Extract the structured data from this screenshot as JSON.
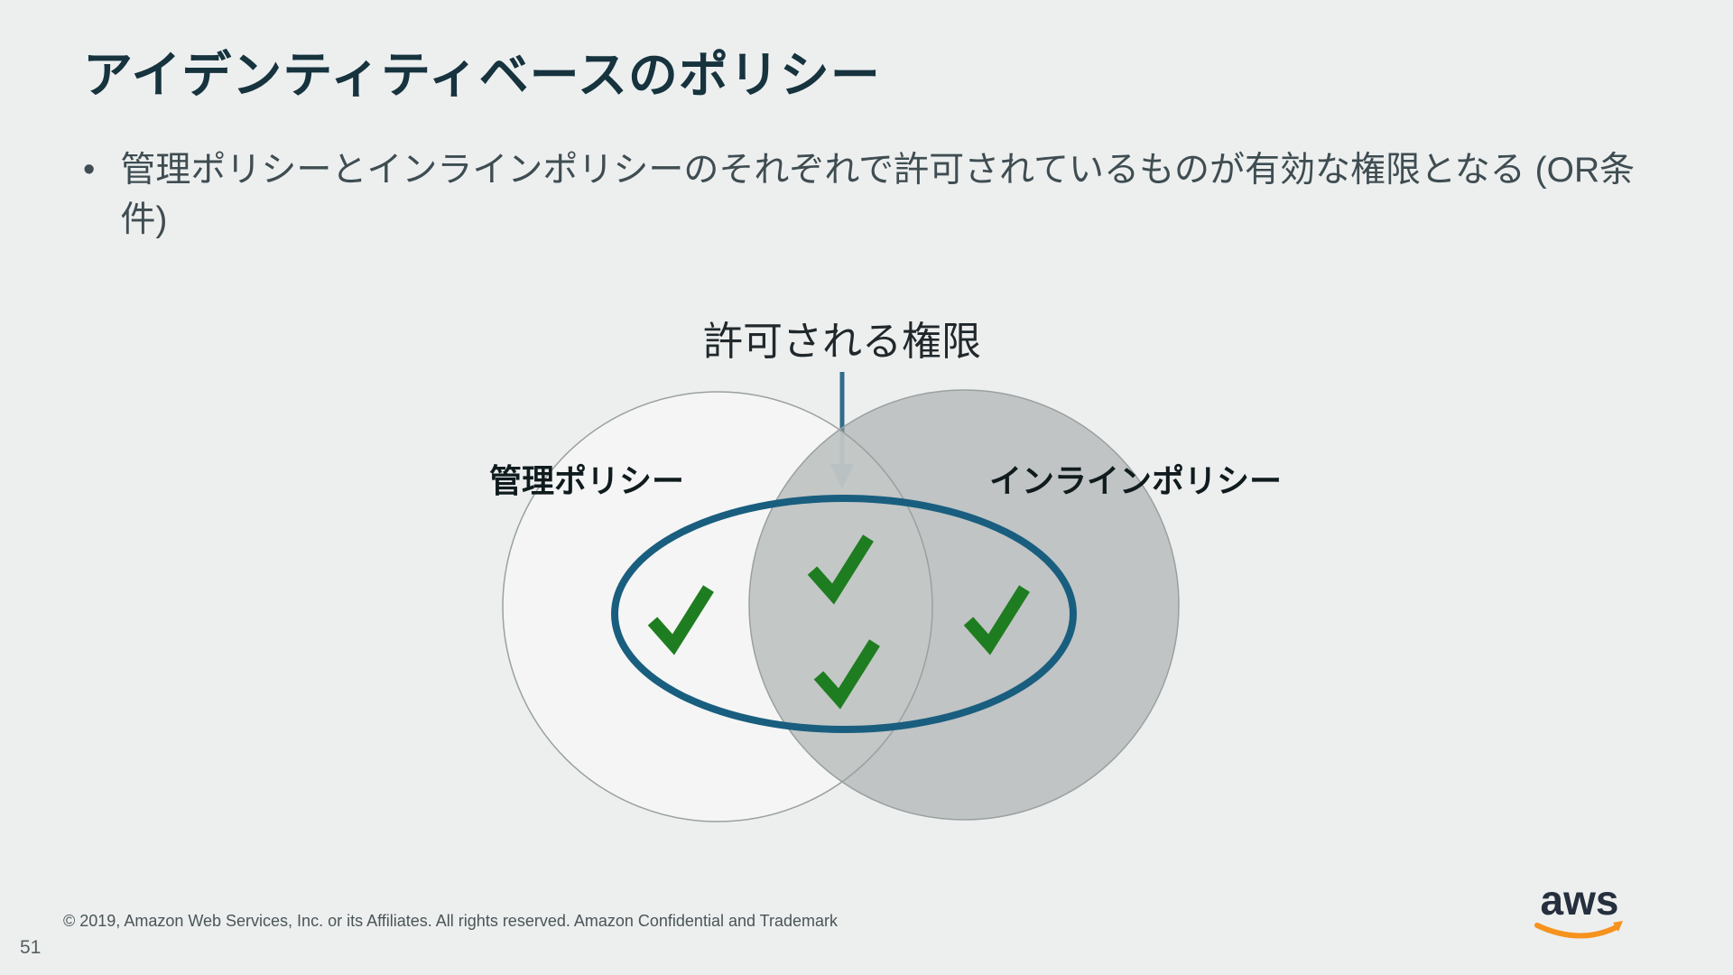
{
  "slide": {
    "title": "アイデンティティベースのポリシー",
    "bullet_marker": "•",
    "bullet": "管理ポリシーとインラインポリシーのそれぞれで許可されているものが有効な権限となる (OR条件)",
    "page_number": "51",
    "footer": "© 2019, Amazon Web Services, Inc. or its Affiliates. All rights reserved. Amazon Confidential and Trademark"
  },
  "diagram": {
    "callout_label": "許可される権限",
    "left_circle_label": "管理ポリシー",
    "right_circle_label": "インラインポリシー",
    "checkmark_counts": {
      "left_only": 1,
      "overlap": 2,
      "right_only": 1
    },
    "colors": {
      "left_circle_fill": "#f4f5f4",
      "right_circle_fill": "#9ba1a1",
      "circle_stroke": "#9aa0a0",
      "ellipse_stroke": "#195e7f",
      "arrow": "#2e6d8c",
      "check_green": "#1e7d20",
      "label_text": "#101b1e"
    }
  },
  "logo": {
    "text": "aws",
    "text_color": "#252f3e",
    "swoosh_color": "#f6921e"
  }
}
